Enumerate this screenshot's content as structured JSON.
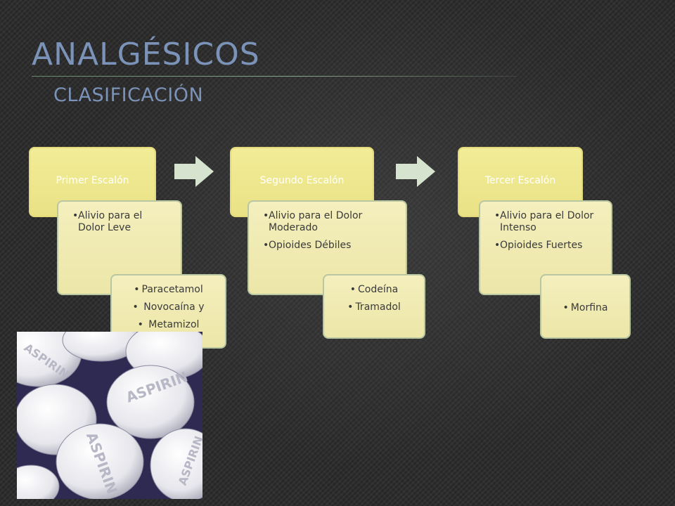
{
  "title": "ANALGÉSICOS",
  "subtitle": "CLASIFICACIÓN",
  "steps": [
    {
      "heading": "Primer Escalón",
      "mid": [
        "Alivio para el Dolor Leve"
      ],
      "drugs": [
        "Paracetamol",
        " Novocaína y",
        " Metamizol"
      ]
    },
    {
      "heading": "Segundo Escalón",
      "mid": [
        "Alivio para el Dolor Moderado",
        "Opioides Débiles"
      ],
      "drugs": [
        "Codeína",
        "Tramadol"
      ]
    },
    {
      "heading": "Tercer Escalón",
      "mid": [
        "Alivio para el Dolor Intenso",
        "Opioides Fuertes"
      ],
      "drugs": [
        "Morfina"
      ]
    }
  ],
  "photo": {
    "subject": "aspirin-tablets",
    "tablet_text": "ASPIRIN"
  },
  "colors": {
    "title": "#7b93b8",
    "box_fill": "#f4efbd",
    "box_border": "#b8c7a2",
    "arrow": "#d5e3cf"
  }
}
